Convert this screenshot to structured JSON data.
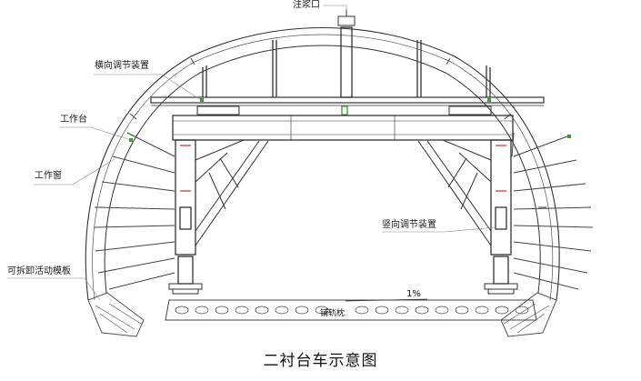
{
  "labels": {
    "grout_port": "注浆口",
    "lateral_adjust": "横向调节装置",
    "work_platform": "工作台",
    "work_window": "工作窗",
    "removable_form": "可拆卸活动模板",
    "vertical_adjust": "竖向调节装置",
    "rail_base": "铺轨枕",
    "grade": "1%"
  },
  "caption": "二衬台车示意图",
  "colors": {
    "line": "#2a2a2a",
    "accent": "#3a9a3a",
    "hatch": "#555555",
    "leader": "#888888"
  }
}
